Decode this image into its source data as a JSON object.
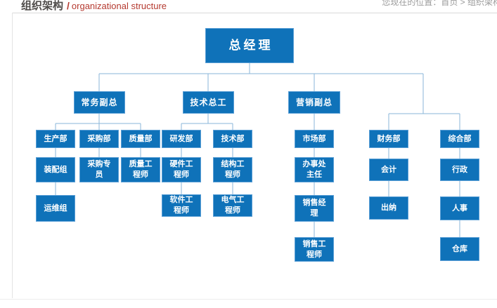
{
  "header": {
    "title_zh": "组织架构",
    "title_divider": "/",
    "title_en": "organizational structure",
    "breadcrumb": "您现在的位置：首页 > 组织架构"
  },
  "colors": {
    "node_fill": "#0f72b9",
    "node_border": "#5b9fd6",
    "connector": "#8ab5da",
    "title_zh": "#4f4c4a",
    "title_red": "#b53a30",
    "breadcrumb_gray": "#9a9a9a"
  },
  "org": {
    "type": "org-chart",
    "tree": {
      "label": "总经理",
      "children": [
        {
          "label": "常务副总",
          "children": [
            {
              "label": "生产部",
              "children": [
                {
                  "label": "装配组",
                  "children": [
                    {
                      "label": "运维组",
                      "children": []
                    }
                  ]
                }
              ]
            },
            {
              "label": "采购部",
              "children": [
                {
                  "label": "采购专员",
                  "children": []
                }
              ]
            },
            {
              "label": "质量部",
              "children": [
                {
                  "label": "质量工程师",
                  "children": []
                }
              ]
            }
          ]
        },
        {
          "label": "技术总工",
          "children": [
            {
              "label": "研发部",
              "children": [
                {
                  "label": "硬件工程师",
                  "children": [
                    {
                      "label": "软件工程师",
                      "children": []
                    }
                  ]
                }
              ]
            },
            {
              "label": "技术部",
              "children": [
                {
                  "label": "结构工程师",
                  "children": [
                    {
                      "label": "电气工程师",
                      "children": []
                    }
                  ]
                }
              ]
            }
          ]
        },
        {
          "label": "营销副总",
          "children": [
            {
              "label": "市场部",
              "children": [
                {
                  "label": "办事处主任",
                  "children": [
                    {
                      "label": "销售经理",
                      "children": [
                        {
                          "label": "销售工程师",
                          "children": []
                        }
                      ]
                    }
                  ]
                }
              ]
            }
          ]
        },
        {
          "label": "财务部",
          "children": [
            {
              "label": "会计",
              "children": [
                {
                  "label": "出纳",
                  "children": []
                }
              ]
            }
          ]
        },
        {
          "label": "综合部",
          "children": [
            {
              "label": "行政",
              "children": [
                {
                  "label": "人事",
                  "children": [
                    {
                      "label": "仓库",
                      "children": []
                    }
                  ]
                }
              ]
            }
          ]
        }
      ]
    }
  }
}
